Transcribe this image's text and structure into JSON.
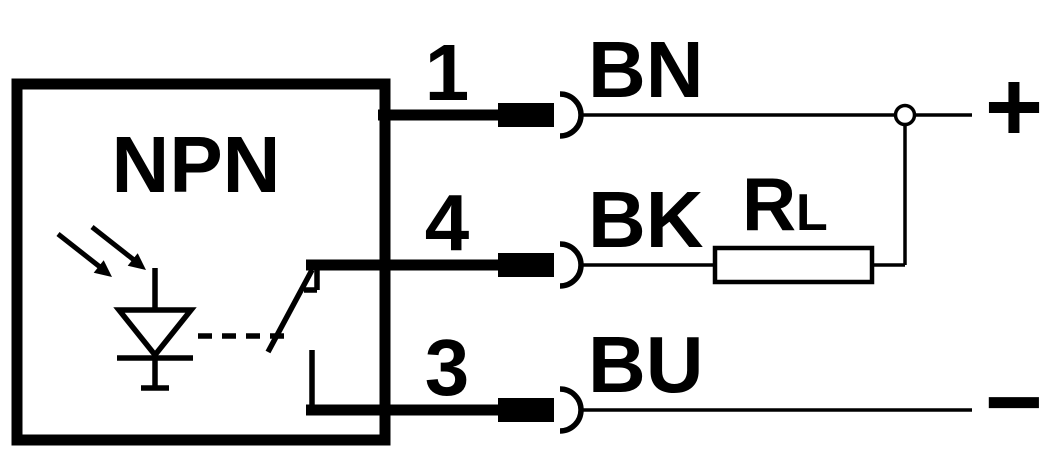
{
  "diagram": {
    "type": "sensor-output-wiring-schematic",
    "box_label": "NPN",
    "pins": [
      {
        "number": "1",
        "label": "BN"
      },
      {
        "number": "4",
        "label": "BK"
      },
      {
        "number": "3",
        "label": "BU"
      }
    ],
    "load": {
      "symbol": "R",
      "subscript": "L"
    },
    "terminals": {
      "positive": "+",
      "negative": "−"
    },
    "colors": {
      "ink": "#000000",
      "background": "#ffffff"
    }
  }
}
